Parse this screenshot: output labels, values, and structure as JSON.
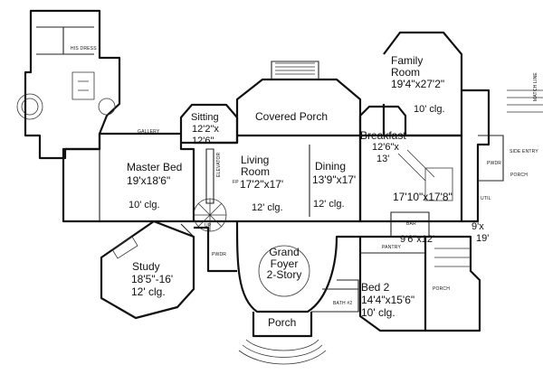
{
  "rooms": {
    "family": {
      "name1": "Family",
      "name2": "Room",
      "size": "19'4\"x27'2\"",
      "ceiling": "10' clg."
    },
    "sitting": {
      "name": "Sitting",
      "size1": "12'2\"x",
      "size2": "12'6\""
    },
    "covered_porch": {
      "name": "Covered Porch"
    },
    "breakfast": {
      "name": "Breakfast",
      "size1": "12'6\"x",
      "size2": "13'"
    },
    "master_bed": {
      "name": "Master Bed",
      "size": "19'x18'6\"",
      "ceiling": "10' clg."
    },
    "living": {
      "name1": "Living",
      "name2": "Room",
      "size": "17'2\"x17'",
      "ceiling": "12' clg."
    },
    "dining": {
      "name": "Dining",
      "size": "13'9\"x17'",
      "ceiling": "12' clg."
    },
    "kitchen": {
      "size": "17'10\"x17'8\""
    },
    "bar": {
      "name": "BAR"
    },
    "util": {
      "name": "UTIL"
    },
    "bar_size": {
      "size": "9'6\"x12'"
    },
    "util_size": {
      "size1": "9'x",
      "size2": "19'"
    },
    "pantry": {
      "name": "PANTRY"
    },
    "grand_foyer": {
      "name1": "Grand",
      "name2": "Foyer",
      "name3": "2-Story"
    },
    "study": {
      "name": "Study",
      "size": "18'5\"-16'",
      "ceiling": "12' clg."
    },
    "bed2": {
      "name": "Bed 2",
      "size": "14'4\"x15'6\"",
      "ceiling": "10' clg."
    },
    "front_porch": {
      "name": "Porch"
    }
  },
  "small_labels": {
    "gallery": "GALLERY",
    "pwdr_left": "PWDR",
    "pwdr_right": "PWDR",
    "bath2": "BATH #2",
    "porch_right1": "PORCH",
    "porch_right2": "PORCH",
    "side_entry": "SIDE ENTRY",
    "his_dress": "HIS DRESS",
    "elevator": "ELEVATOR",
    "up": "UP",
    "fp": "FP",
    "match_line": "MATCH LINE"
  }
}
